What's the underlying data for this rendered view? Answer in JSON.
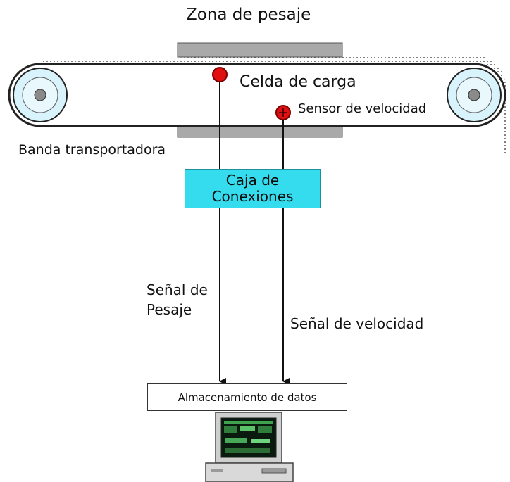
{
  "labels": {
    "weighing_zone": "Zona de pesaje",
    "load_cell": "Celda de carga",
    "speed_sensor": "Sensor de velocidad",
    "conveyor_belt": "Banda transportadora",
    "junction_box_line1": "Caja de",
    "junction_box_line2": "Conexiones",
    "weight_signal_line1": "Señal de",
    "weight_signal_line2": "Pesaje",
    "speed_signal": "Señal de velocidad",
    "data_storage": "Almacenamiento de datos"
  },
  "colors": {
    "junction_box": "#35dced",
    "sensor": "#e01010",
    "roller": "#d8f3fb",
    "lines": "#111111"
  },
  "icons": [
    "roller-icon",
    "load-cell-icon",
    "speed-sensor-icon",
    "computer-icon"
  ]
}
